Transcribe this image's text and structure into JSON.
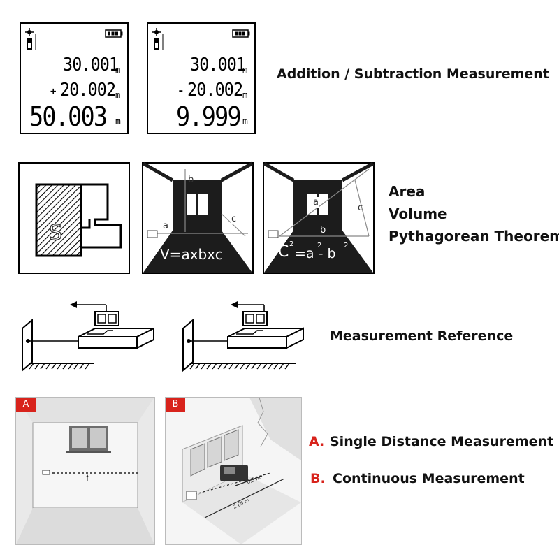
{
  "lcd_add": {
    "line1": "30.001",
    "line2": "20.002",
    "sign": "+",
    "result": "50.003",
    "unit": "m"
  },
  "lcd_sub": {
    "line1": "30.001",
    "line2": "20.002",
    "sign": "-",
    "result": "9.999",
    "unit": "m"
  },
  "labels": {
    "add_sub": "Addition / Subtraction Measurement",
    "area": "Area",
    "volume": "Volume",
    "pythagorean": "Pythagorean Theorem",
    "reference": "Measurement Reference",
    "single_prefix": "A.",
    "single": "Single Distance Measurement",
    "continuous_prefix": "B.",
    "continuous": "Continuous Measurement"
  },
  "area_diagram": {
    "symbol": "S"
  },
  "volume_diagram": {
    "a": "a",
    "b": "b",
    "c": "c",
    "formula": "V=axbxc"
  },
  "pythag_diagram": {
    "a": "a",
    "b": "b",
    "c": "c",
    "formula_c": "C",
    "formula_rest": "=a - b",
    "sq": "2"
  },
  "photo_a": {
    "badge": "A"
  },
  "photo_b": {
    "badge": "B",
    "dim1": "0.5 m",
    "dim2": "2.65 m"
  },
  "colors": {
    "accent": "#d8231c",
    "lcd_bg": "#ffffff",
    "dark_fill": "#1c1c1c"
  }
}
